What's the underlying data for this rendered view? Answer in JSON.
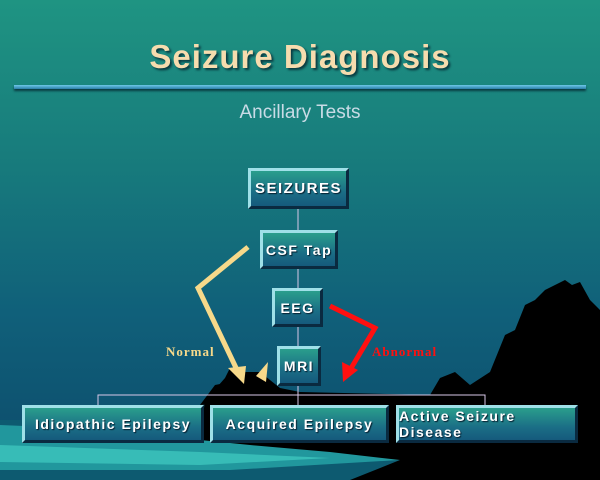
{
  "title": "Seizure Diagnosis",
  "subtitle": "Ancillary Tests",
  "nodes": {
    "root": "SEIZURES",
    "csf": "CSF Tap",
    "eeg": "EEG",
    "mri": "MRI"
  },
  "outcomes": [
    "Idiopathic Epilepsy",
    "Acquired Epilepsy",
    "Active Seizure Disease"
  ],
  "arrows": {
    "normal": {
      "label": "Normal",
      "color": "#f7d98a"
    },
    "abnormal": {
      "label": "Abnormal",
      "color": "#ff1010"
    }
  }
}
